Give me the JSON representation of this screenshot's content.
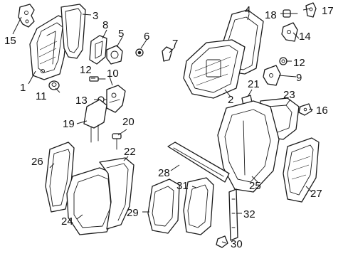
{
  "callouts": {
    "c1": "1",
    "c2": "2",
    "c3": "3",
    "c4": "4",
    "c5": "5",
    "c6": "6",
    "c7": "7",
    "c8": "8",
    "c9": "9",
    "c10": "10",
    "c11": "11",
    "c12a": "12",
    "c12b": "12",
    "c13": "13",
    "c14": "14",
    "c15": "15",
    "c16": "16",
    "c17": "17",
    "c18": "18",
    "c19": "19",
    "c20": "20",
    "c21": "21",
    "c22": "22",
    "c23": "23",
    "c24": "24",
    "c25": "25",
    "c26": "26",
    "c27": "27",
    "c28": "28",
    "c29": "29",
    "c30": "30",
    "c31": "31",
    "c32": "32"
  }
}
